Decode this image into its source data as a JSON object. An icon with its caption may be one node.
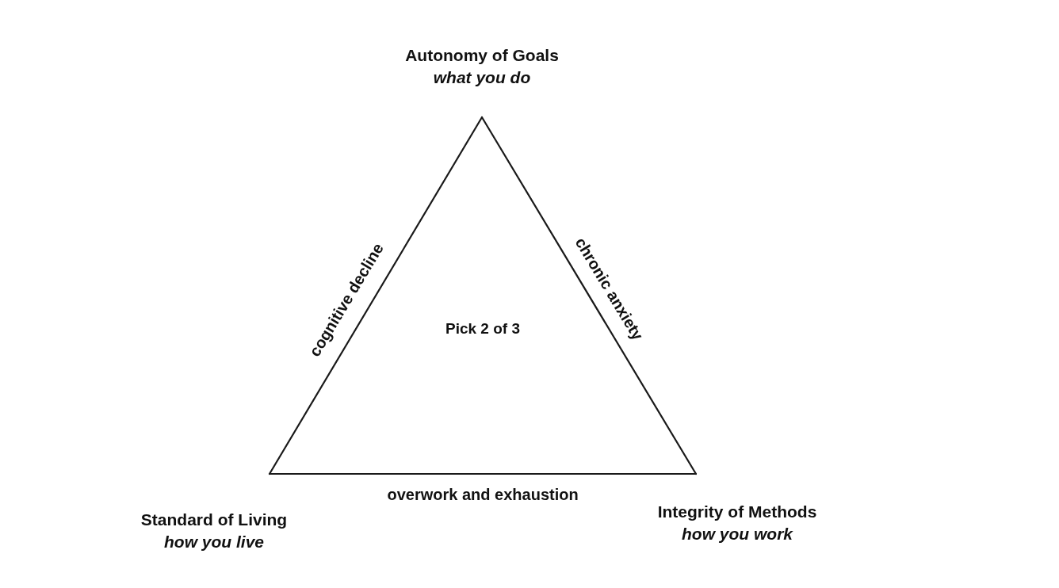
{
  "diagram": {
    "nodes": [
      {
        "text": [
          "Autonomy of Goals",
          "what you do"
        ]
      },
      {
        "text": [
          "Standard of Living",
          "how you live"
        ]
      },
      {
        "text": [
          "Integrity of Methods",
          "how you work"
        ]
      }
    ],
    "edges": [
      {
        "from": 1,
        "to": 0,
        "arrow": "none",
        "label": "cognitive decline"
      },
      {
        "from": 0,
        "to": 2,
        "arrow": "none",
        "label": "chronic anxiety"
      },
      {
        "from": 1,
        "to": 2,
        "arrow": "none",
        "label": "overwork and exhaustion"
      }
    ],
    "labels": [
      "Pick 2 of 3"
    ]
  }
}
